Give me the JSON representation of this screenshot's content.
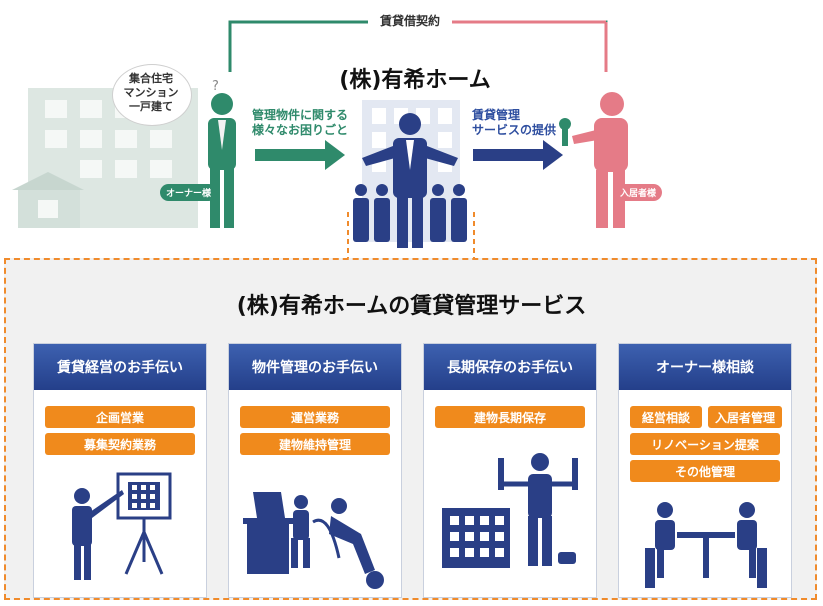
{
  "diagram": {
    "contract_label": "賃貸借契約",
    "company_name": "(株)有希ホーム",
    "property_types": [
      "集合住宅",
      "マンション",
      "一戸建て"
    ],
    "owner_flow_lines": [
      "管理物件に関する",
      "様々なお困りごと"
    ],
    "tenant_flow_lines": [
      "賃貸管理",
      "サービスの提供"
    ],
    "owner_tag": "オーナー様",
    "tenant_tag": "入居者様"
  },
  "services": {
    "title": "(株)有希ホームの賃貸管理サービス",
    "cards": [
      {
        "title": "賃貸経営のお手伝い",
        "items": [
          "企画営業",
          "募集契約業務"
        ]
      },
      {
        "title": "物件管理のお手伝い",
        "items": [
          "運営業務",
          "建物維持管理"
        ]
      },
      {
        "title": "長期保存のお手伝い",
        "items": [
          "建物長期保存"
        ]
      },
      {
        "title": "オーナー様相談",
        "items": [
          "経営相談",
          "入居者管理",
          "リノベーション提案",
          "その他管理"
        ]
      }
    ]
  },
  "colors": {
    "owner_green": "#2f8a6b",
    "company_blue": "#2a3f86",
    "tenant_pink": "#e57b87",
    "accent_orange": "#f08a1c"
  }
}
